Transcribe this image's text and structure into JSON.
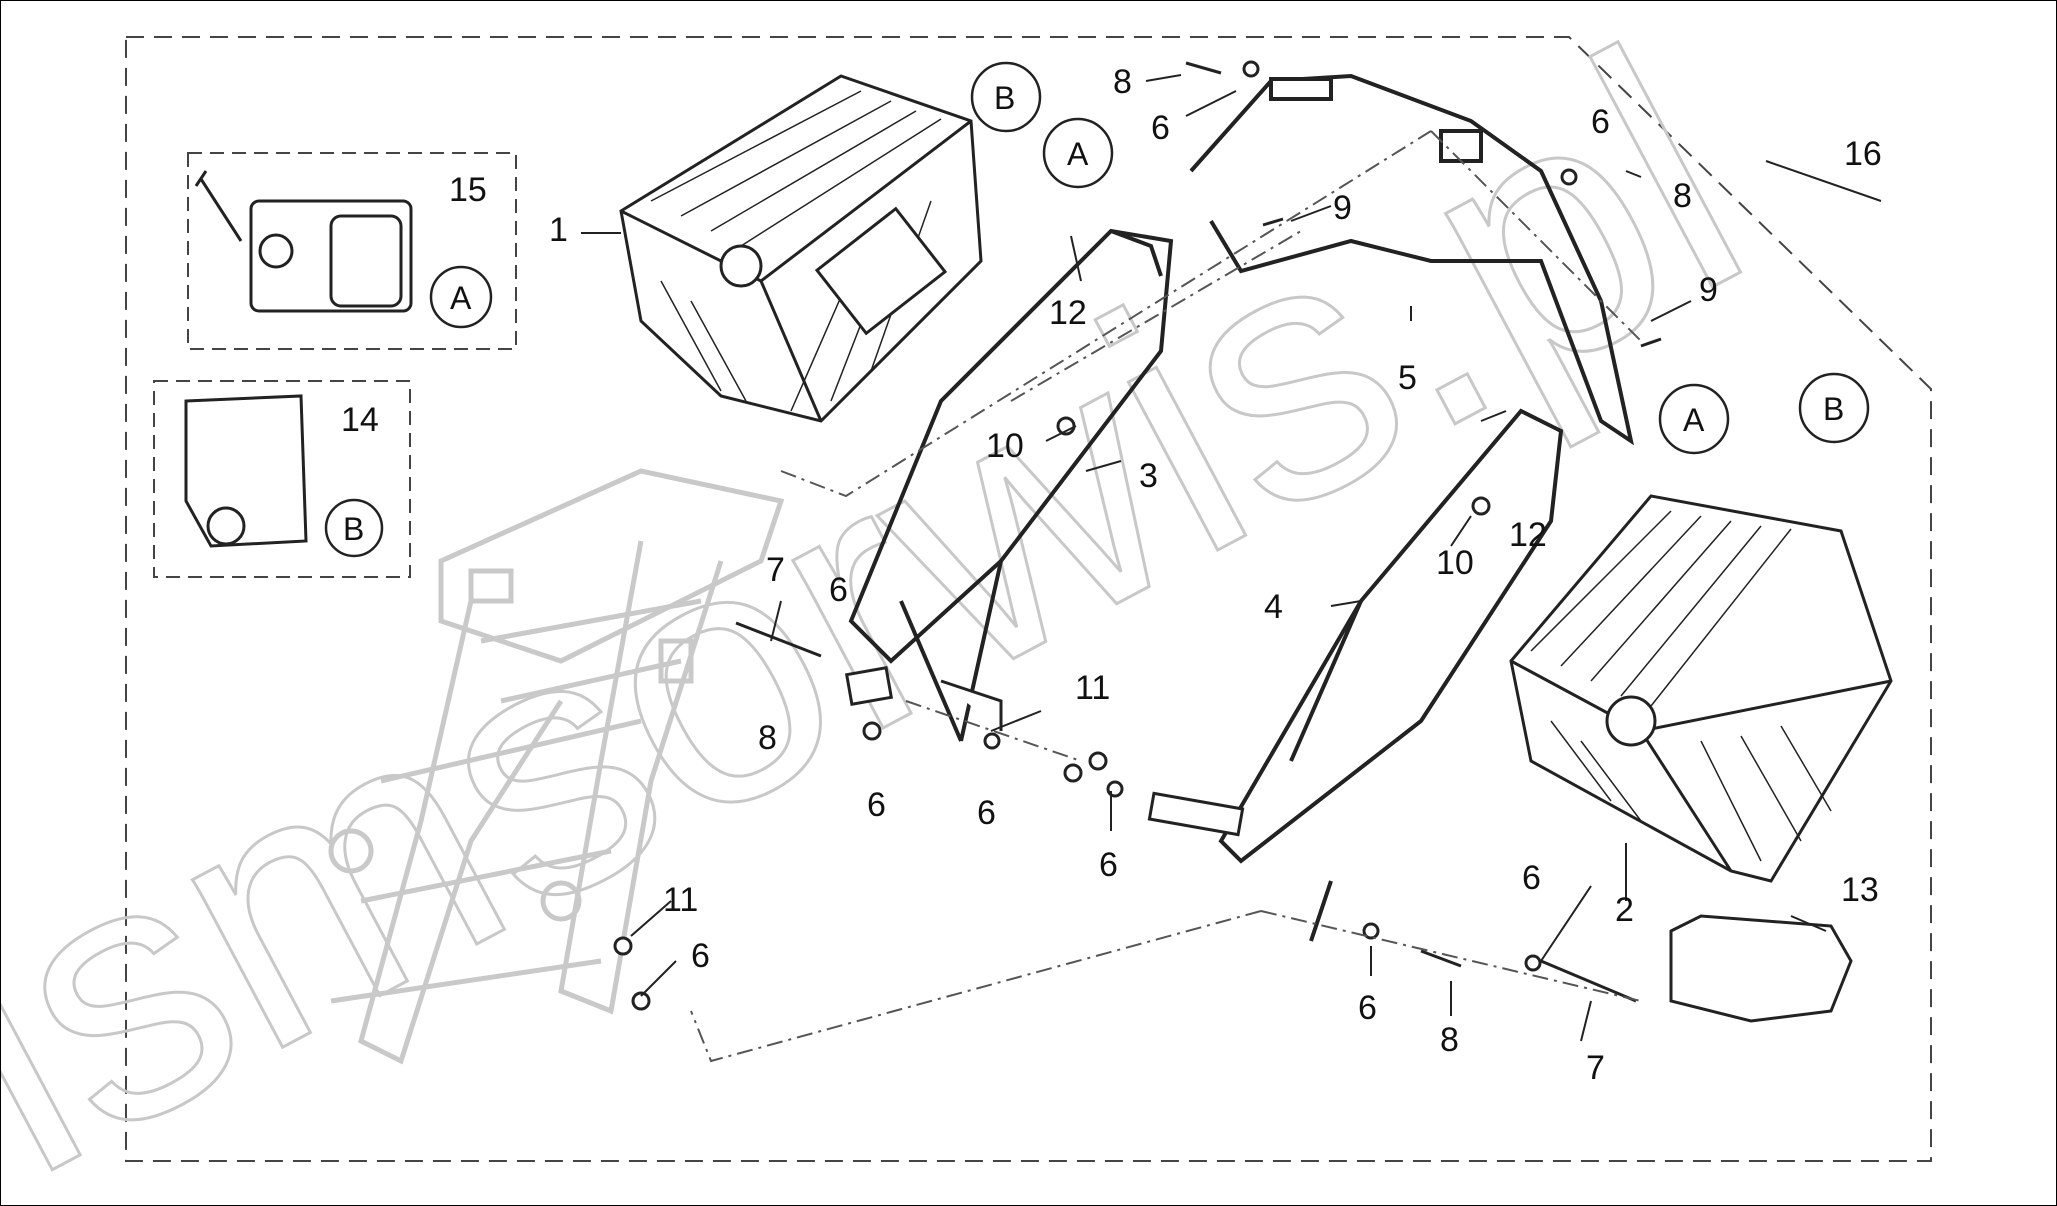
{
  "diagram": {
    "callouts": [
      "1",
      "2",
      "3",
      "4",
      "5",
      "6",
      "7",
      "8",
      "9",
      "10",
      "11",
      "12",
      "13",
      "14",
      "15",
      "16"
    ],
    "reference_letters": [
      "A",
      "B"
    ],
    "watermark": "ismsorwis.pl"
  },
  "colors": {
    "line": "#222222",
    "frame_ghost": "#c9c9c9",
    "watermark": "#c8c8c8",
    "background": "#ffffff"
  }
}
